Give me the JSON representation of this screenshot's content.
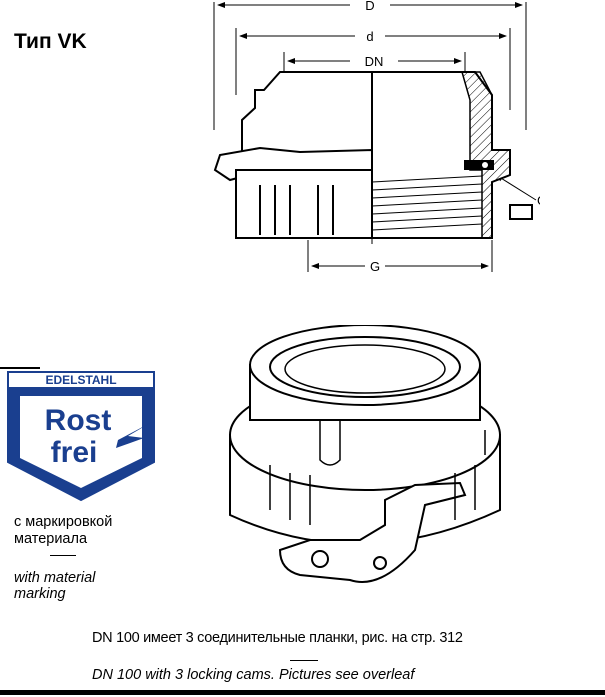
{
  "title": "Тип VK",
  "drawing": {
    "dim_D": "D",
    "dim_d": "d",
    "dim_DN": "DN",
    "dim_GD": "GD",
    "dim_G": "G"
  },
  "badge": {
    "top_text": "EDELSTAHL",
    "line1": "Rost",
    "line2": "frei"
  },
  "material_note": {
    "ru_line1": "с маркировкой",
    "ru_line2": "материала",
    "en_line1": "with material",
    "en_line2": "marking"
  },
  "caption": {
    "ru": "DN 100 имеет 3 соединительные планки, рис. на стр. 312",
    "en": "DN 100 with 3 locking cams. Pictures see overleaf"
  },
  "colors": {
    "ink": "#000000",
    "badge_blue": "#1a3f8f",
    "paper": "#ffffff"
  }
}
